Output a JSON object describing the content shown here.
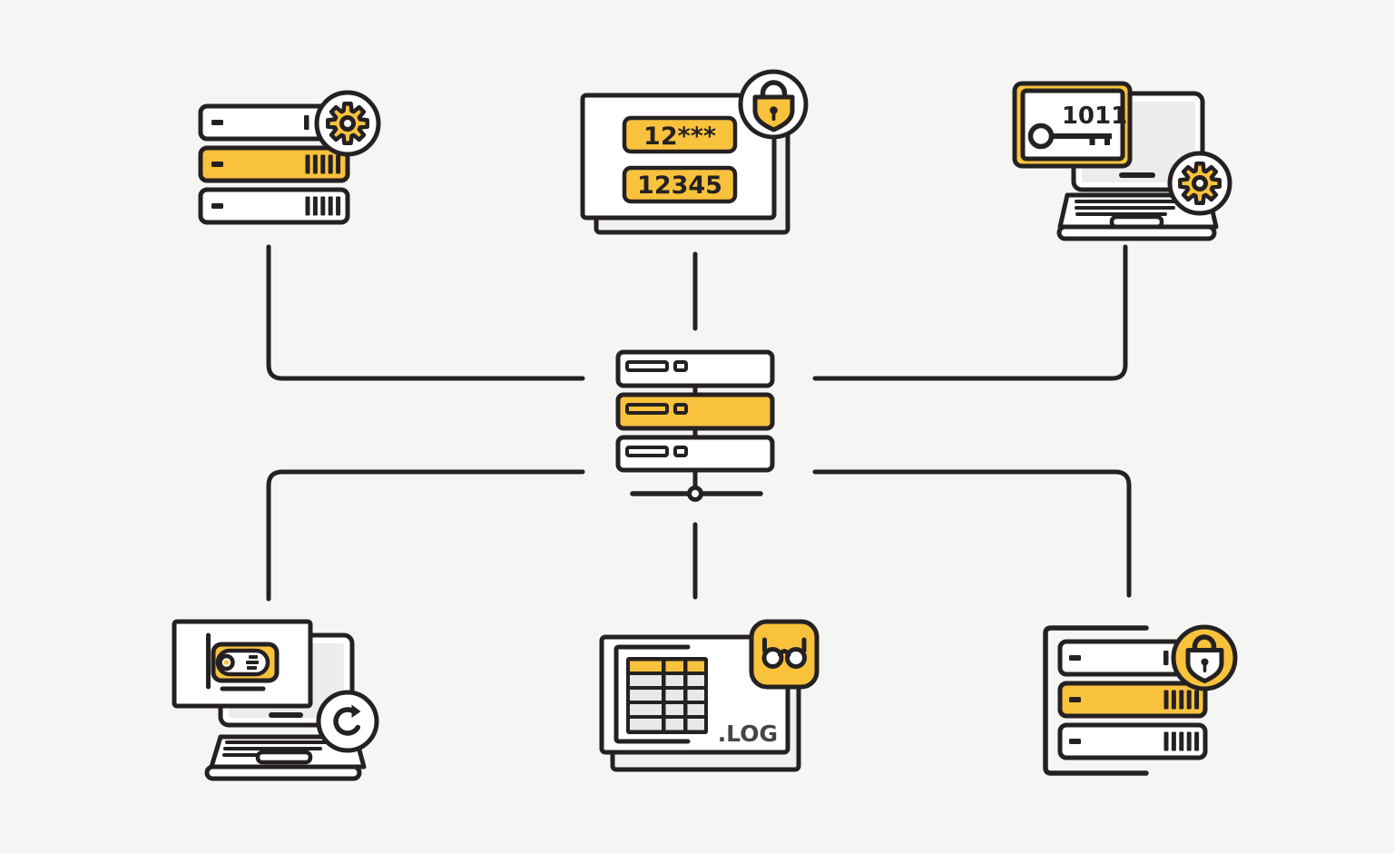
{
  "colors": {
    "bg": "#F5F5F3",
    "ink": "#252122",
    "accent": "#F9C23D",
    "screen": "#ECECEA",
    "cell": "#E8E8E6",
    "backcard": "#F1F1EF",
    "logtext": "#474443",
    "white": "#FFFFFF"
  },
  "texts": {
    "masked_password": "12***",
    "revealed_password": "12345",
    "binary_code": "1011",
    "log_extension": ".LOG"
  },
  "diagram": {
    "center_node": {
      "name": "network-switch",
      "rows": 3,
      "highlighted_row": 2
    },
    "nodes": [
      {
        "id": "server-settings",
        "position": "top-left",
        "icons": [
          "server-stack",
          "gear"
        ]
      },
      {
        "id": "password-reveal",
        "position": "top-center",
        "icons": [
          "password-card",
          "padlock"
        ],
        "fields": [
          "12***",
          "12345"
        ]
      },
      {
        "id": "laptop-passcode",
        "position": "top-right",
        "icons": [
          "laptop",
          "key-card",
          "gear"
        ],
        "code": "1011"
      },
      {
        "id": "laptop-restore",
        "position": "bottom-left",
        "icons": [
          "laptop",
          "network-adapter",
          "refresh"
        ]
      },
      {
        "id": "log-file",
        "position": "bottom-center",
        "icons": [
          "log-table",
          "reading-glasses"
        ],
        "label": ".LOG"
      },
      {
        "id": "server-secure",
        "position": "bottom-right",
        "icons": [
          "server-rack",
          "padlock"
        ]
      }
    ]
  }
}
